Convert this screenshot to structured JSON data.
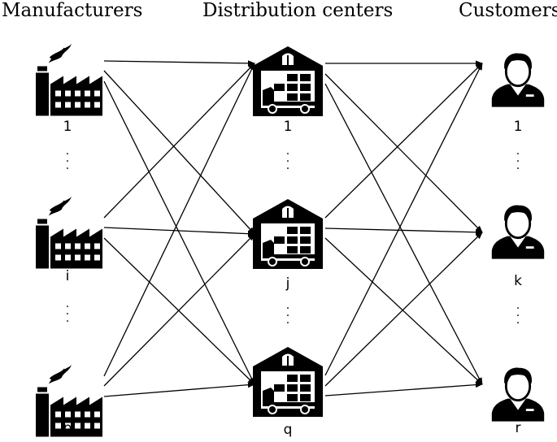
{
  "columns": [
    {
      "id": "manufacturers",
      "title": "Manufacturers",
      "icon": "factory-icon",
      "nodes": [
        "1",
        "i",
        "p"
      ]
    },
    {
      "id": "distribution",
      "title": "Distribution centers",
      "icon": "warehouse-icon",
      "nodes": [
        "1",
        "j",
        "q"
      ]
    },
    {
      "id": "customers",
      "title": "Customers",
      "icon": "customer-icon",
      "nodes": [
        "1",
        "k",
        "r"
      ]
    }
  ],
  "ellipsis": "·\n·\n·",
  "edges": "complete bipartite: every manufacturer to every distribution center, every distribution center to every customer",
  "colors": {
    "ink": "#000000",
    "background": "#ffffff"
  }
}
